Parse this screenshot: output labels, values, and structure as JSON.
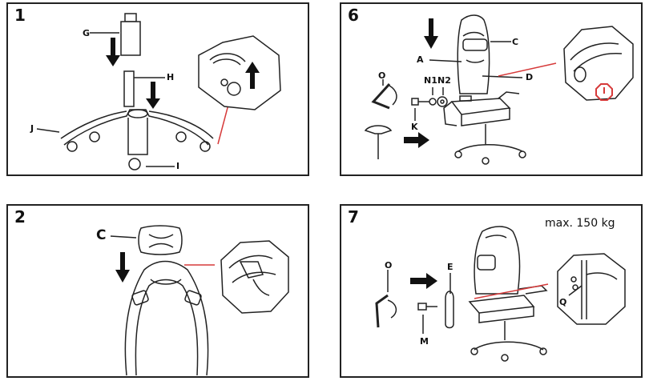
{
  "steps": [
    {
      "number": "1",
      "labels": {
        "G": "G",
        "H": "H",
        "J": "J",
        "I": "I"
      }
    },
    {
      "number": "6",
      "labels": {
        "A": "A",
        "C": "C",
        "D": "D",
        "O": "O",
        "N1": "N1",
        "N2": "N2",
        "K": "K"
      }
    },
    {
      "number": "2",
      "labels": {
        "C": "C"
      }
    },
    {
      "number": "7",
      "labels": {
        "O": "O",
        "E": "E",
        "M": "M",
        "Q": "Q"
      },
      "caption": "max. 150 kg"
    }
  ],
  "colors": {
    "line": "#222222",
    "callout": "#d63a3a",
    "arrow": "#111111"
  },
  "icons": [
    "down-arrow-icon",
    "up-arrow-icon",
    "right-arrow-icon",
    "warning-octagon-icon",
    "rotate-arrow-icon"
  ]
}
